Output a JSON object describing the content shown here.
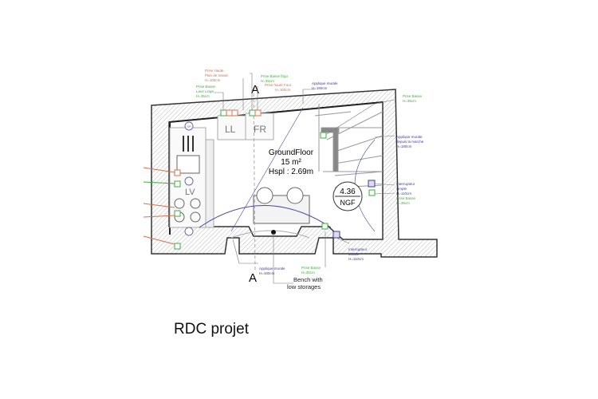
{
  "caption": "RDC projet",
  "section_marker": "A",
  "room": {
    "name": "GroundFloor",
    "area": "15 m²",
    "height": "Hspl : 2.69m"
  },
  "level": {
    "value": "4.36",
    "unit": "NGF"
  },
  "furniture": {
    "laundry": "LL",
    "fridge": "FR",
    "dishwasher": "LV",
    "sp": "SP"
  },
  "bench": {
    "line1": "Bench with",
    "line2": "low storages"
  },
  "annotations": {
    "prise_haute_plan": [
      "Prise Haute",
      "Plan de travail",
      "H=105cm"
    ],
    "prise_basse_lave": [
      "Prise Basse",
      "Lave Linge",
      "H=35cm"
    ],
    "prise_basse_frigo": [
      "Prise Basse frigo",
      "H=35cm"
    ],
    "prise_haute_four": [
      "Prise haute Four",
      "H=100cm"
    ],
    "applique_top": [
      "Applique murale",
      "H=180cm"
    ],
    "prise_basse_stair": [
      "Prise Basse",
      "H=35cm"
    ],
    "applique_marche": [
      "Applique murale",
      "depuis la marche",
      "H=180cm"
    ],
    "interrupteur_simple": [
      "Interrupteur",
      "simple",
      "H=110cm"
    ],
    "prise_basse_right": [
      "Prise Basse",
      "H=35cm"
    ],
    "interrupteur_double": [
      "Interrupteur",
      "double",
      "H=110cm"
    ],
    "applique_bottom": [
      "Applique murale",
      "H=180cm"
    ],
    "prise_basse_bottom": [
      "Prise Basse",
      "H=35cm"
    ]
  },
  "colors": {
    "green": "#3fae3f",
    "orange": "#d9704a",
    "blue": "#3c3ca0",
    "wall": "#333333"
  }
}
